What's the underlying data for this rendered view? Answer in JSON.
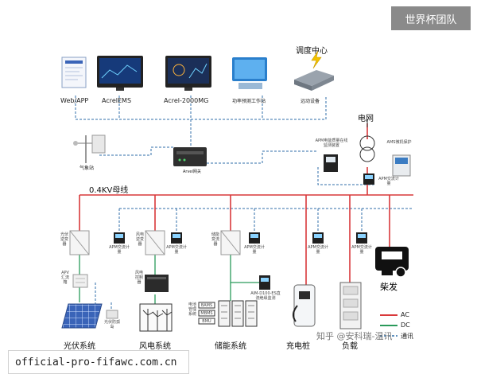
{
  "watermark": "世界杯团队",
  "footer_url": "official-pro-fifawc.com.cn",
  "zhihu_watermark": "知乎 @安科瑞-温讯",
  "top_devices": [
    {
      "label": "Web/APP"
    },
    {
      "label": "AcrelEMS"
    },
    {
      "label": "Acrel-2000MG"
    },
    {
      "label": "功率预测工作站"
    },
    {
      "label": "远动设备"
    }
  ],
  "dispatch_center": "调度中心",
  "grid_label": "电网",
  "weather_station": "气象站",
  "gateway": "Arvel网关",
  "bus_label": "0.4KV母线",
  "meters": {
    "top_left_meter": "APM电能质量在线监测装置",
    "top_right_meter": "AMS微机保护",
    "ac_meter": "APM交流计量"
  },
  "pv": {
    "inverter": "光伏逆变器",
    "combiner": "APV汇流箱",
    "isolator": "光伏防孤岛"
  },
  "wind": {
    "inverter": "风电逆变器",
    "controller": "风电控制器"
  },
  "storage": {
    "pcs": "储能变流器",
    "bms": "电池管理系统",
    "stack_labels": [
      "BAMS",
      "MBMS",
      "BMU"
    ],
    "dc_meter": "AIM-D100-ES直流绝缘监测"
  },
  "systems": [
    "光伏系统",
    "风电系统",
    "储能系统",
    "充电桩",
    "负载",
    "柴发"
  ],
  "legend": {
    "ac": "AC",
    "dc": "DC",
    "comm": "通讯"
  },
  "colors": {
    "ac": "#d9383a",
    "dc": "#2a9a5a",
    "comm": "#2f6ea8",
    "watermark_bg": "#8a8a8a"
  }
}
